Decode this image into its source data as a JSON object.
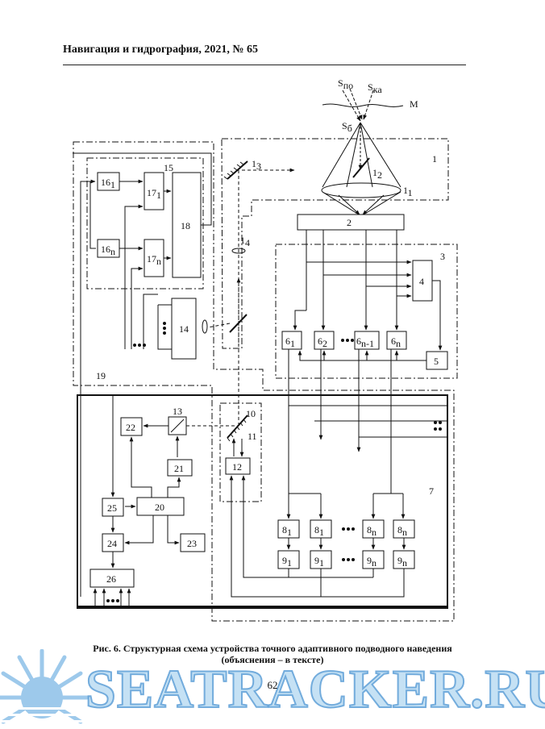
{
  "header": "Навигация и гидрография, 2021, № 65",
  "caption_line1": "Рис. 6. Структурная схема устройства точного адаптивного подводного наведения",
  "caption_line2": "(объяснения – в тексте)",
  "page_number": "62",
  "watermark_text": "SEATRACKER.RU",
  "labels": {
    "s_po": "S",
    "s_po_sub": "по",
    "s_ka": "S",
    "s_ka_sub": "ка",
    "s_b": "S",
    "s_b_sub": "б",
    "m": "М",
    "l1": "1",
    "l1_sub": "1",
    "l2": "1",
    "l2_sub": "2",
    "l3": "1",
    "l3_sub": "3",
    "l4": "1",
    "l4_sub": "4",
    "b1": "1",
    "b2": "2",
    "b3": "3",
    "b4": "4",
    "b5": "5",
    "b6_1": "6",
    "b6_1_sub": "1",
    "b6_2": "6",
    "b6_2_sub": "2",
    "b6_n1": "6",
    "b6_n1_sub": "n-1",
    "b6_n": "6",
    "b6_n_sub": "n",
    "b7": "7",
    "b8_1a": "8",
    "b8_1a_sub": "1",
    "b8_1b": "8",
    "b8_1b_sub": "1",
    "b8_na": "8",
    "b8_na_sub": "n",
    "b8_nb": "8",
    "b8_nb_sub": "n",
    "b9_1a": "9",
    "b9_1a_sub": "1",
    "b9_1b": "9",
    "b9_1b_sub": "1",
    "b9_na": "9",
    "b9_na_sub": "n",
    "b9_nb": "9",
    "b9_nb_sub": "n",
    "b10": "10",
    "b11": "11",
    "b12": "12",
    "b13": "13",
    "b14": "14",
    "b15": "15",
    "b16_1": "16",
    "b16_1_sub": "1",
    "b16_n": "16",
    "b16_n_sub": "n",
    "b17_1": "17",
    "b17_1_sub": "1",
    "b17_n": "17",
    "b17_n_sub": "n",
    "b18": "18",
    "b19": "19",
    "b20": "20",
    "b21": "21",
    "b22": "22",
    "b23": "23",
    "b24": "24",
    "b25": "25",
    "b26": "26"
  },
  "colors": {
    "ink": "#111111",
    "watermark_fill": "#9cc8ea",
    "watermark_stroke": "#5fa0d7"
  }
}
